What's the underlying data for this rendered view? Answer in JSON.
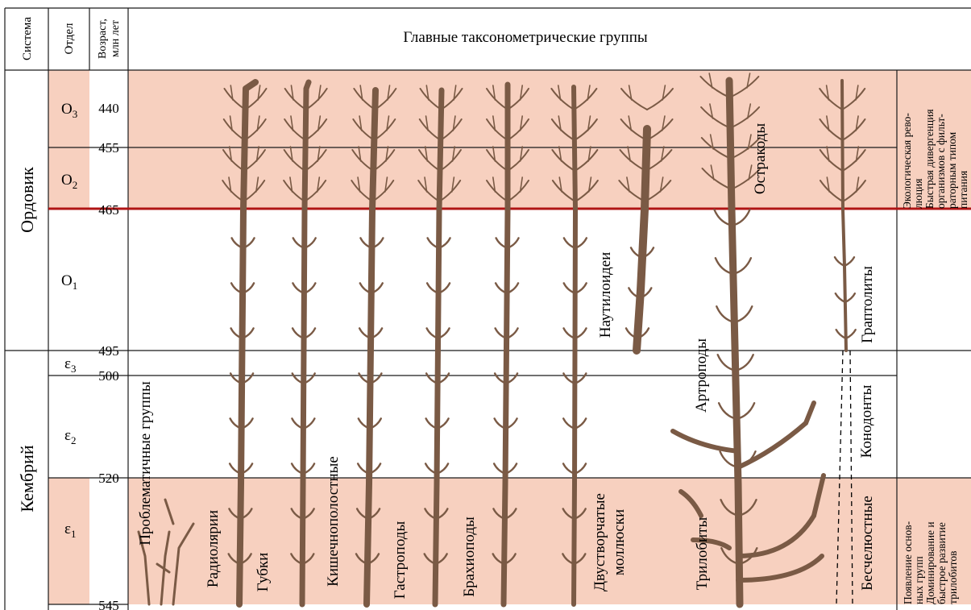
{
  "header": {
    "system": "Система",
    "division": "Отдел",
    "age_line1": "Возраст,",
    "age_line2": "млн лет",
    "groups_title": "Главные таксонометрические группы"
  },
  "systems": [
    {
      "id": "ordovik",
      "label": "Ордовик"
    },
    {
      "id": "kembriy",
      "label": "Кембрий"
    }
  ],
  "divisions": [
    {
      "base": "O",
      "sub": "3"
    },
    {
      "base": "O",
      "sub": "2"
    },
    {
      "base": "O",
      "sub": "1"
    },
    {
      "base": "ε",
      "sub": "3"
    },
    {
      "base": "ε",
      "sub": "2"
    },
    {
      "base": "ε",
      "sub": "1"
    }
  ],
  "ages": [
    "440",
    "455",
    "465",
    "495",
    "500",
    "520",
    "545"
  ],
  "taxa": {
    "problematic": "Проблематичные группы",
    "radiolaria": "Радиолярии",
    "sponges": "Губки",
    "coelenterates": "Кишечнополостные",
    "gastropods": "Гастроподы",
    "brachiopods": "Брахиоподы",
    "bivalves_line1": "Двустворчатые",
    "bivalves_line2": "моллюски",
    "nautiloids": "Наутилоидеи",
    "trilobites": "Трилобиты",
    "arthropods": "Артроподы",
    "ostracods": "Остракоды",
    "graptolites": "Граптолиты",
    "conodonts": "Конодонты",
    "jawless": "Бесчелюстные"
  },
  "notes": {
    "ordovician_lines": [
      "Экологическая рево-",
      "люция",
      "Быстрая дивергенция",
      "организмов с фильт-",
      "раторным типом",
      "питания"
    ],
    "cambrian_lines": [
      "Появление основ-",
      "ных групп",
      "Доминирование и",
      "быстрое развитие",
      "трилобитов"
    ]
  },
  "colors": {
    "band_fill": "#f7d0bf",
    "stem": "#7a5a45",
    "boundary_line": "#b01515",
    "grid_line": "#1a1a1a"
  }
}
